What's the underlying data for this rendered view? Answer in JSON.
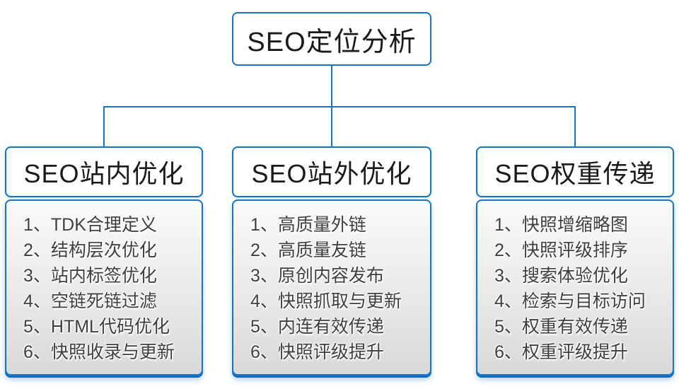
{
  "title": "SEO定位分析",
  "colors": {
    "line_blue": "#1373C6",
    "line_blue_dark": "#0D6CBE",
    "header_text": "#1A1A1A",
    "item_text": "#3E3E3E"
  },
  "branches": [
    {
      "title": "SEO站内优化",
      "items": [
        "1、TDK合理定义",
        "2、结构层次优化",
        "3、站内标签优化",
        "4、空链死链过滤",
        "5、HTML代码优化",
        "6、快照收录与更新"
      ]
    },
    {
      "title": "SEO站外优化",
      "items": [
        "1、高质量外链",
        "2、高质量友链",
        "3、原创内容发布",
        "4、快照抓取与更新",
        "5、内连有效传递",
        "6、快照评级提升"
      ]
    },
    {
      "title": "SEO权重传递",
      "items": [
        "1、快照增缩略图",
        "2、快照评级排序",
        "3、搜索体验优化",
        "4、检索与目标访问",
        "5、权重有效传递",
        "6、权重评级提升"
      ]
    }
  ]
}
